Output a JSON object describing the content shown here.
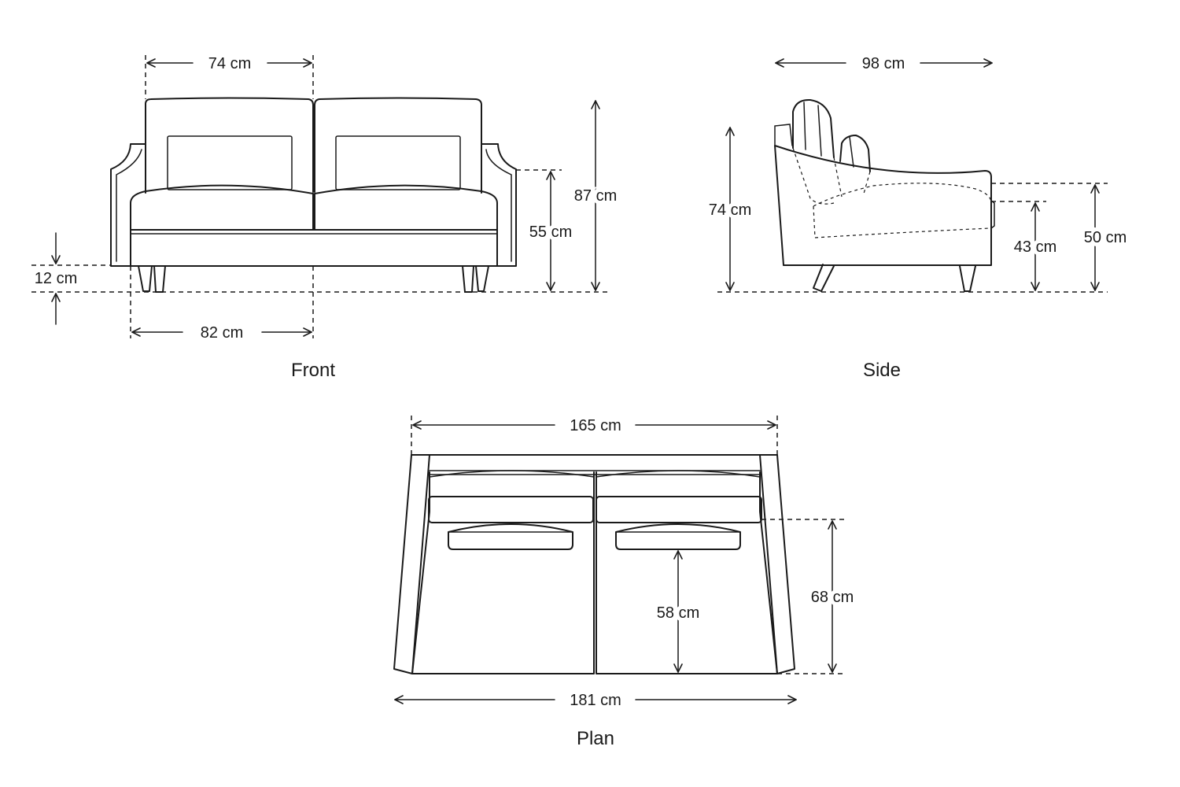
{
  "views": {
    "front": {
      "label": "Front"
    },
    "side": {
      "label": "Side"
    },
    "plan": {
      "label": "Plan"
    }
  },
  "dimensions": {
    "front_cushion_width": "74 cm",
    "front_seat_width": "82 cm",
    "front_total_height": "87 cm",
    "front_arm_height": "55 cm",
    "front_leg_height": "12 cm",
    "side_depth": "98 cm",
    "side_arm_height": "74 cm",
    "side_seat_height": "43 cm",
    "side_back_seat_height": "50 cm",
    "plan_inner_width": "165 cm",
    "plan_total_width": "181 cm",
    "plan_depth": "68 cm",
    "plan_seat_depth": "58 cm"
  },
  "colors": {
    "line": "#1a1a1a",
    "background": "#ffffff"
  }
}
